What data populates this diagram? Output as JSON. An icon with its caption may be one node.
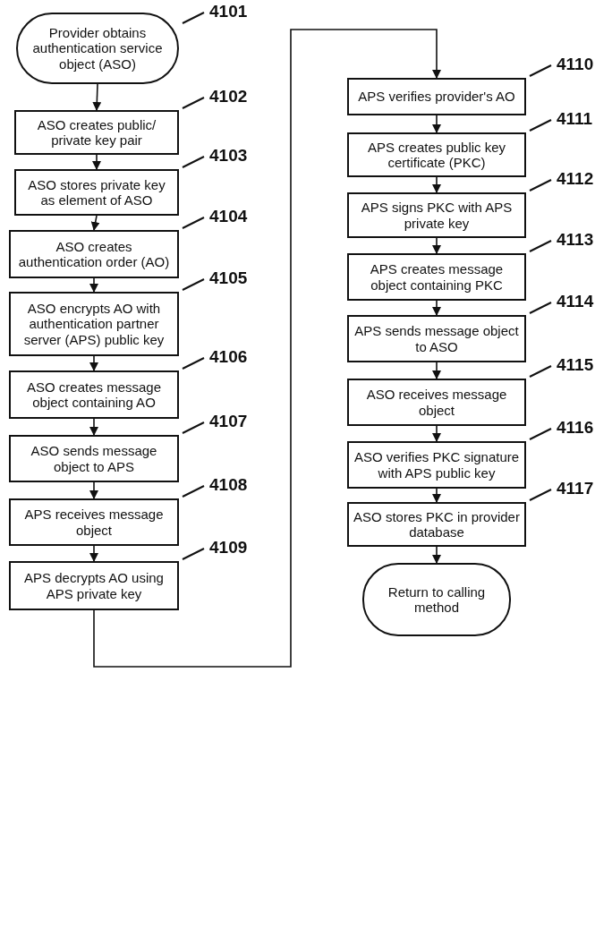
{
  "diagram": {
    "nodes": [
      {
        "text": [
          "Provider obtains authentication service object (ASO)"
        ],
        "beside": [
          "4101"
        ]
      },
      {
        "text": [
          "ASO creates public/ private key pair"
        ],
        "beside": [
          "4102"
        ]
      },
      {
        "text": [
          "ASO stores private key as element of ASO"
        ],
        "beside": [
          "4103"
        ]
      },
      {
        "text": [
          "ASO creates authentication order (AO)"
        ],
        "beside": [
          "4104"
        ]
      },
      {
        "text": [
          "ASO encrypts AO with authentication partner server (APS) public key"
        ],
        "beside": [
          "4105"
        ]
      },
      {
        "text": [
          "ASO creates message object containing AO"
        ],
        "beside": [
          "4106"
        ]
      },
      {
        "text": [
          "ASO sends message object to APS"
        ],
        "beside": [
          "4107"
        ]
      },
      {
        "text": [
          "APS receives message object"
        ],
        "beside": [
          "4108"
        ]
      },
      {
        "text": [
          "APS decrypts AO using APS private key"
        ],
        "beside": [
          "4109"
        ]
      },
      {
        "text": [
          "APS verifies provider's AO"
        ],
        "beside": [
          "4110"
        ]
      },
      {
        "text": [
          "APS creates public key certificate (PKC)"
        ],
        "beside": [
          "4111"
        ]
      },
      {
        "text": [
          "APS signs PKC with APS private key"
        ],
        "beside": [
          "4112"
        ]
      },
      {
        "text": [
          "APS creates message object containing PKC"
        ],
        "beside": [
          "4113"
        ]
      },
      {
        "text": [
          "APS sends message object to ASO"
        ],
        "beside": [
          "4114"
        ]
      },
      {
        "text": [
          "ASO receives message object"
        ],
        "beside": [
          "4115"
        ]
      },
      {
        "text": [
          "ASO verifies PKC signature with APS public key"
        ],
        "beside": [
          "4116"
        ]
      },
      {
        "text": [
          "ASO stores PKC in provider database"
        ],
        "beside": [
          "4117"
        ]
      },
      {
        "text": [
          "Return to calling method"
        ]
      }
    ],
    "edges": [
      {
        "from": 0,
        "to": 1,
        "arrow": "to"
      },
      {
        "from": 1,
        "to": 2,
        "arrow": "to"
      },
      {
        "from": 2,
        "to": 3,
        "arrow": "to"
      },
      {
        "from": 3,
        "to": 4,
        "arrow": "to"
      },
      {
        "from": 4,
        "to": 5,
        "arrow": "to"
      },
      {
        "from": 5,
        "to": 6,
        "arrow": "to"
      },
      {
        "from": 6,
        "to": 7,
        "arrow": "to"
      },
      {
        "from": 7,
        "to": 8,
        "arrow": "to"
      },
      {
        "from": 8,
        "to": 9,
        "arrow": "to"
      },
      {
        "from": 9,
        "to": 10,
        "arrow": "to"
      },
      {
        "from": 10,
        "to": 11,
        "arrow": "to"
      },
      {
        "from": 11,
        "to": 12,
        "arrow": "to"
      },
      {
        "from": 12,
        "to": 13,
        "arrow": "to"
      },
      {
        "from": 13,
        "to": 14,
        "arrow": "to"
      },
      {
        "from": 14,
        "to": 15,
        "arrow": "to"
      },
      {
        "from": 15,
        "to": 16,
        "arrow": "to"
      },
      {
        "from": 16,
        "to": 17,
        "arrow": "to"
      }
    ]
  }
}
